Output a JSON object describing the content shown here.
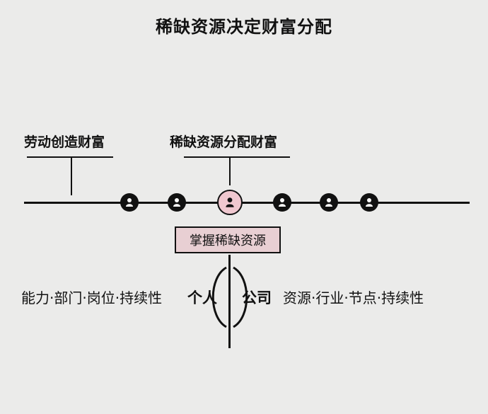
{
  "title": "稀缺资源决定财富分配",
  "labels": {
    "labor_wealth": "劳动创造财富",
    "scarce_distribution": "稀缺资源分配财富",
    "grasp_scarce": "掌握稀缺资源",
    "individual": "个人",
    "company": "公司",
    "individual_attributes": "能力·部门·岗位·持续性",
    "company_attributes": "资源·行业·节点·持续性"
  },
  "nodes": [
    {
      "icon": "person-icon",
      "highlight": false
    },
    {
      "icon": "person-icon",
      "highlight": false
    },
    {
      "icon": "person-icon",
      "highlight": true,
      "color": "#f0c8d0"
    },
    {
      "icon": "person-icon",
      "highlight": false
    },
    {
      "icon": "person-icon",
      "highlight": false
    },
    {
      "icon": "person-icon",
      "highlight": false
    }
  ],
  "colors": {
    "background": "#ebebea",
    "highlight": "#f0c8d0",
    "box": "#e8cfd3",
    "line": "#111111"
  }
}
